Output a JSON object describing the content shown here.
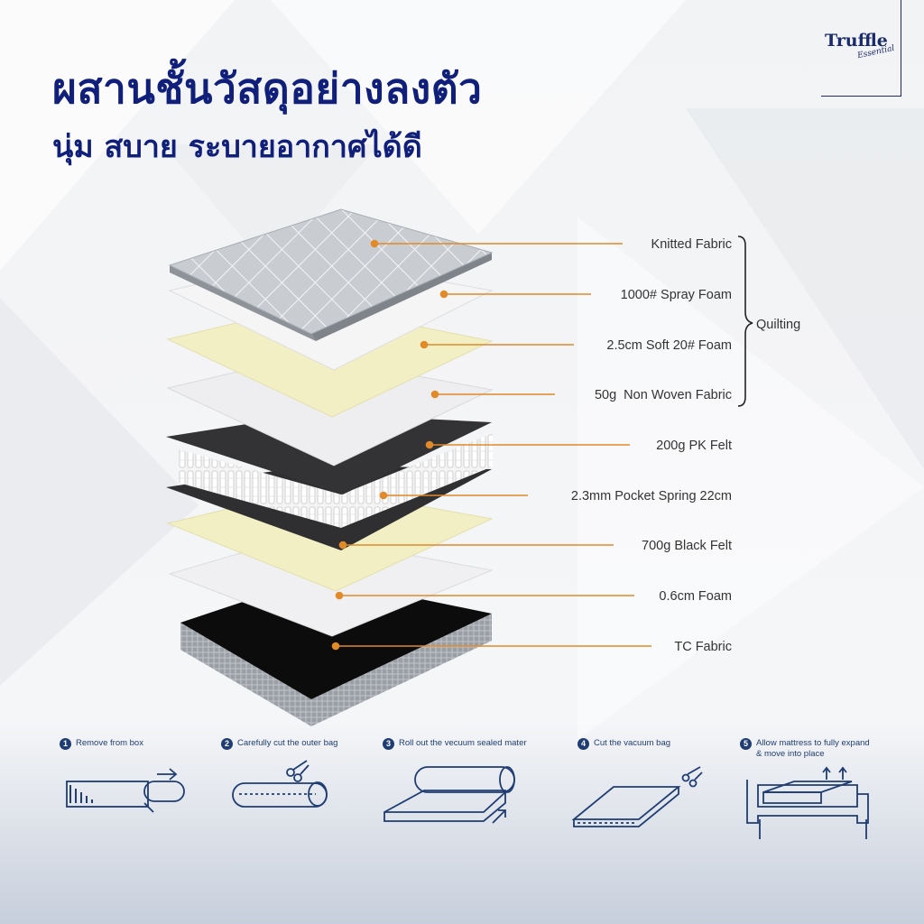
{
  "header": {
    "title": "ผสานชั้นวัสดุอย่างลงตัว",
    "subtitle": "นุ่ม สบาย ระบายอากาศได้ดี"
  },
  "brand": {
    "name": "Truffle",
    "tagline": "Essential"
  },
  "layers": [
    {
      "label": "Knitted Fabric"
    },
    {
      "label": "1000# Spray Foam"
    },
    {
      "label": "2.5cm Soft 20# Foam"
    },
    {
      "label": "50g  Non Woven Fabric"
    },
    {
      "label": "200g PK Felt"
    },
    {
      "label": "2.3mm Pocket Spring 22cm"
    },
    {
      "label": "700g Black Felt"
    },
    {
      "label": "0.6cm Foam"
    },
    {
      "label": "TC Fabric"
    }
  ],
  "group": {
    "label": "Quilting"
  },
  "steps": [
    {
      "num": "1",
      "text": "Remove from box"
    },
    {
      "num": "2",
      "text": "Carefully cut the outer bag"
    },
    {
      "num": "3",
      "text": "Roll out the vecuum sealed mater"
    },
    {
      "num": "4",
      "text": "Cut the vacuum bag"
    },
    {
      "num": "5",
      "text": "Allow mattress to fully expand\n& move into place",
      "line1": "Allow mattress to fully expand",
      "line2": "& move into place"
    }
  ],
  "colors": {
    "title": "#10207a",
    "leader_line": "#e08a2a",
    "step_icon": "#1f3d72",
    "foam_yellow": "#f3efc4",
    "felt_dark": "#333333"
  }
}
